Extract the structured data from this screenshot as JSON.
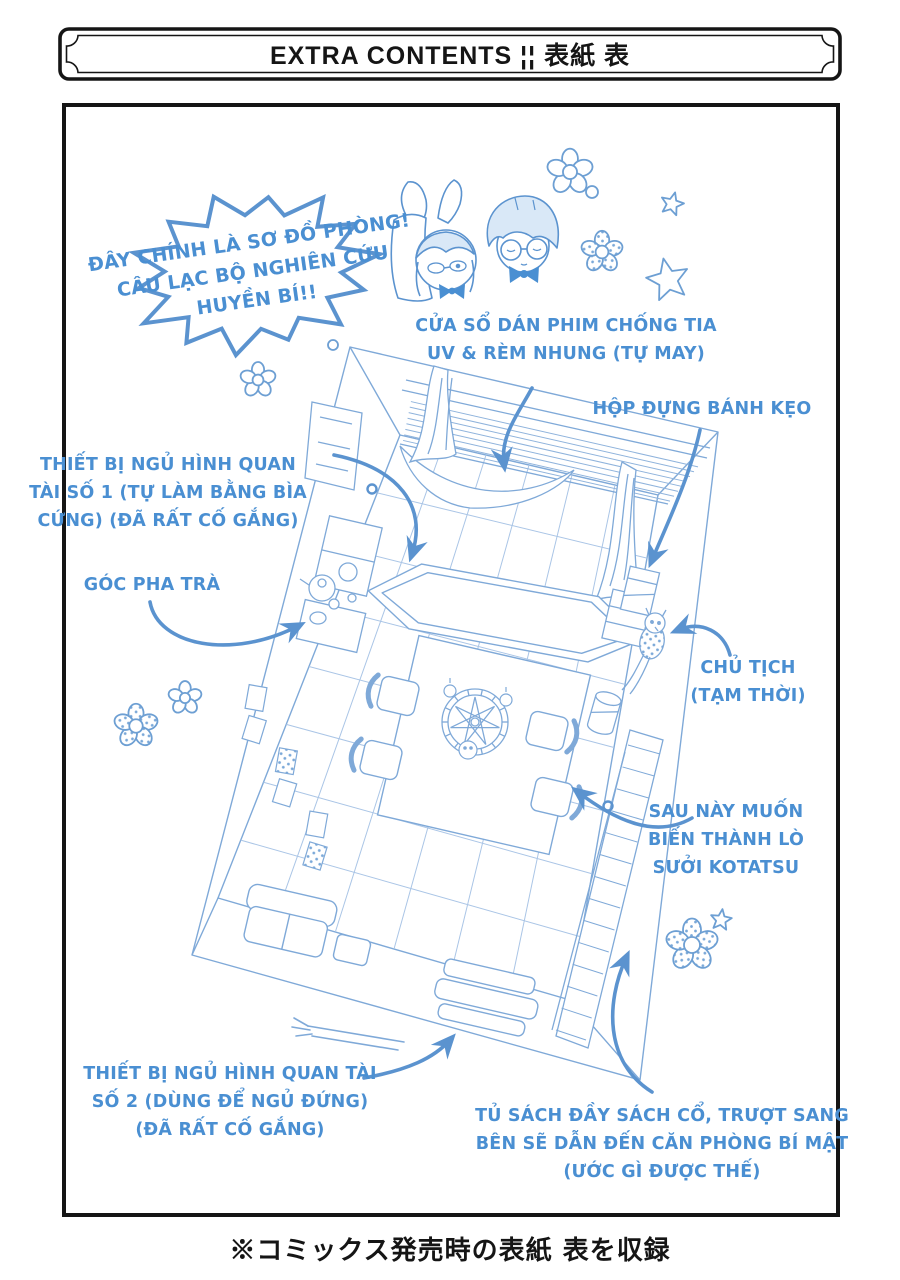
{
  "header": {
    "title": "EXTRA CONTENTS ¦¦ 表紙 表"
  },
  "speech_bubble": {
    "lines": [
      "ĐÂY CHÍNH LÀ SƠ ĐỒ PHÒNG!",
      "CÂU LẠC BỘ NGHIÊN CỨU",
      "HUYỀN BÍ!!"
    ]
  },
  "annotations": [
    {
      "target": "window",
      "lines": [
        "CỬA SỔ DÁN PHIM CHỐNG TIA",
        "UV & RÈM NHUNG (TỰ MAY)"
      ]
    },
    {
      "target": "candy-box",
      "lines": [
        "HỘP ĐỰNG BÁNH KẸO"
      ]
    },
    {
      "target": "coffin-1",
      "lines": [
        "THIẾT BỊ NGỦ HÌNH QUAN",
        "TÀI SỐ 1 (TỰ LÀM BẰNG BÌA",
        "CỨNG) (ĐÃ RẤT CỐ GẮNG)"
      ]
    },
    {
      "target": "tea-corner",
      "lines": [
        "GÓC PHA TRÀ"
      ]
    },
    {
      "target": "president",
      "lines": [
        "CHỦ TỊCH",
        "(TẠM THỜI)"
      ]
    },
    {
      "target": "kotatsu",
      "lines": [
        "SAU NÀY MUỐN",
        "BIẾN THÀNH LÒ",
        "SƯỞI KOTATSU"
      ]
    },
    {
      "target": "coffin-2",
      "lines": [
        "THIẾT BỊ NGỦ HÌNH QUAN TÀI",
        "SỐ 2 (DÙNG ĐỂ NGỦ ĐỨNG)",
        "(ĐÃ RẤT CỐ GẮNG)"
      ]
    },
    {
      "target": "bookshelf",
      "lines": [
        "TỦ SÁCH ĐẦY SÁCH CỔ, TRƯỢT SANG",
        "BÊN SẼ DẪN ĐẾN CĂN PHÒNG BÍ MẬT",
        "(ƯỚC GÌ ĐƯỢC THẾ)"
      ]
    }
  ],
  "footer": {
    "caption": "※コミックス発売時の表紙 表を収録"
  },
  "icons": [
    "flower-icon",
    "dotted-flower-icon",
    "star-icon",
    "sparkle-circle-icon",
    "bunny-girl-chibi",
    "glasses-boy-chibi",
    "owl-president"
  ],
  "colors": {
    "annotation_blue": "#4a8fd2",
    "arrow_blue": "#5b93cf",
    "lineart_blue": "#7fa9d8",
    "hair_fill": "#d9e8f7",
    "ink": "#151515",
    "background": "#ffffff"
  }
}
